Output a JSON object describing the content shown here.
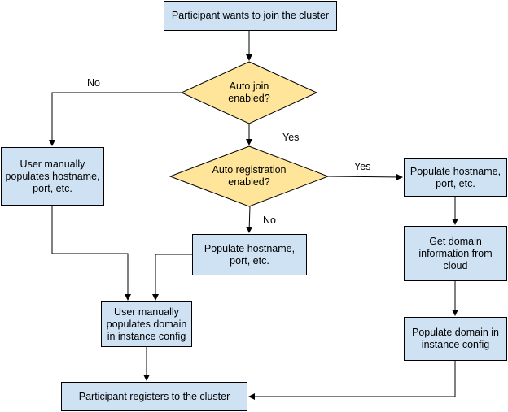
{
  "nodes": {
    "start": "Participant wants to join the cluster",
    "auto_join": "Auto join enabled?",
    "manual_host": "User manually populates hostname, port, etc.",
    "auto_reg": "Auto registration enabled?",
    "pop_host_yes": "Populate hostname, port, etc.",
    "pop_host_no": "Populate hostname, port, etc.",
    "get_domain": "Get domain information from cloud",
    "manual_domain": "User manually populates domain in instance config",
    "pop_domain": "Populate domain in instance config",
    "register": "Participant registers to the cluster"
  },
  "edge_labels": {
    "join_no": "No",
    "join_yes": "Yes",
    "reg_yes": "Yes",
    "reg_no": "No"
  },
  "colors": {
    "process_fill": "#cfe2f3",
    "decision_fill": "#ffe599",
    "stroke": "#000000"
  }
}
